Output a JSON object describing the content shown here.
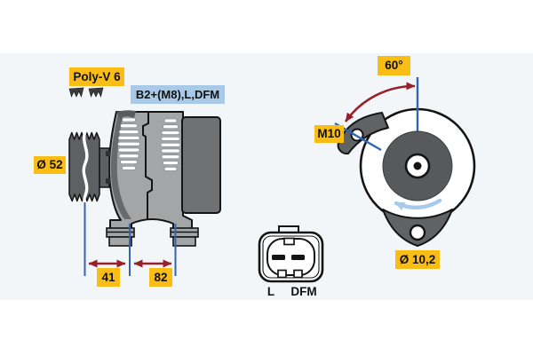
{
  "figure": {
    "type": "technical-line-drawing",
    "subject": "alternator",
    "views": [
      "side-view-with-pulley",
      "rear-view",
      "connector-pinout"
    ]
  },
  "labels": {
    "belt_type": "Poly-V 6",
    "terminals": "B2+(M8),L,DFM",
    "pulley_diameter": "Ø 52",
    "dim_pulley_to_mount": "41",
    "dim_mount_span": "82",
    "mount_angle": "60°",
    "thread_size": "M10",
    "mount_hole_diameter": "Ø 10,2",
    "connector": {
      "pin1": "L",
      "pin2": "DFM"
    }
  },
  "icons": {
    "belt_profile": "ribbed-belt-icon",
    "rotation_direction": "counterclockwise-arrow-icon"
  },
  "colors": {
    "panel_bg": "#f3f6f9",
    "label_yellow": "#f9bd16",
    "label_blue": "#a8cae8",
    "dimension_red": "#96212a",
    "dimension_blue": "#3366ae",
    "rotation_arrow_blue": "#a6cbea",
    "body_gray": "#a3a5a7",
    "rear_block_gray": "#6f7173",
    "pulley_gray": "#5e6063",
    "outline": "#141414"
  }
}
